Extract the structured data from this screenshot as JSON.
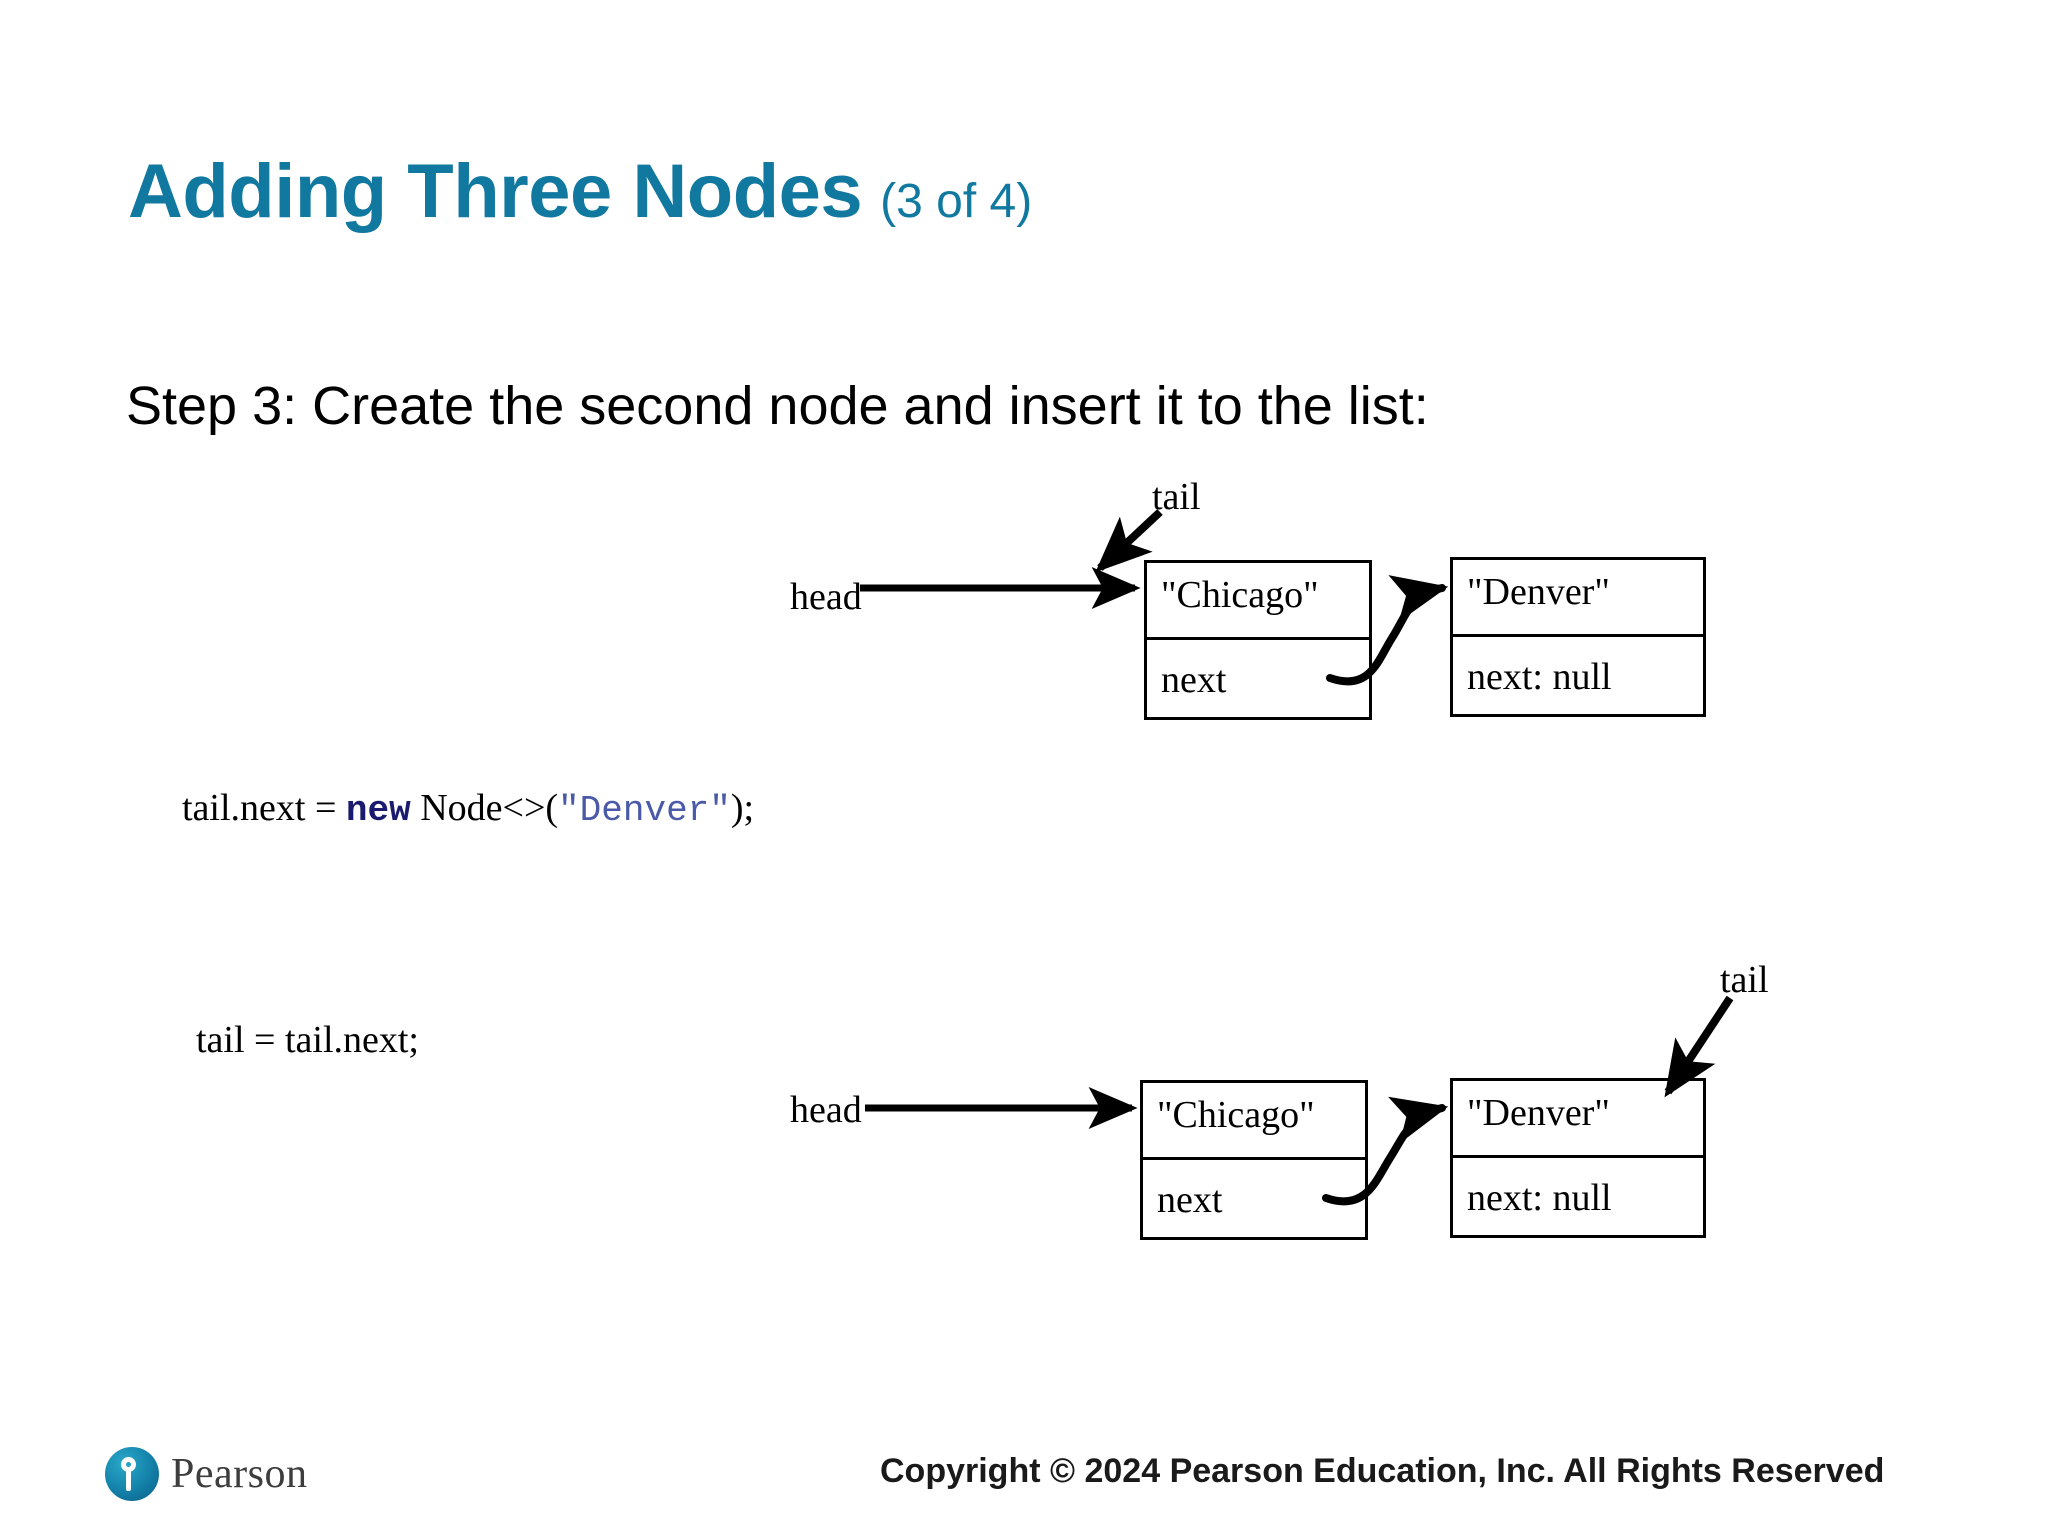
{
  "slide": {
    "title_main": "Adding Three Nodes",
    "title_sub": "(3 of 4)",
    "title_color": "#11789f",
    "step_text": "Step 3: Create the second node and insert it to the list:"
  },
  "code": {
    "line1": {
      "prefix": "tail.next = ",
      "keyword": "new",
      "middle": " Node<>(",
      "string": "\"Denver\"",
      "suffix": ");",
      "keyword_color": "#1a1a6e",
      "string_color": "#4a5aa8"
    },
    "line2": {
      "text": "tail  = tail.next;"
    }
  },
  "diagrams": [
    {
      "name": "after-tail-next-assignment",
      "head_label": "head",
      "tail_label": "tail",
      "tail_target": "chicago-node",
      "nodes": [
        {
          "id": "chicago-node",
          "value": "\"Chicago\"",
          "next": "next"
        },
        {
          "id": "denver-node",
          "value": "\"Denver\"",
          "next": "next: null"
        }
      ]
    },
    {
      "name": "after-tail-advance",
      "head_label": "head",
      "tail_label": "tail",
      "tail_target": "denver-node",
      "nodes": [
        {
          "id": "chicago-node",
          "value": "\"Chicago\"",
          "next": "next"
        },
        {
          "id": "denver-node",
          "value": "\"Denver\"",
          "next": "next: null"
        }
      ]
    }
  ],
  "footer": {
    "copyright": "Copyright © 2024 Pearson Education, Inc. All Rights Reserved",
    "brand": "Pearson"
  }
}
